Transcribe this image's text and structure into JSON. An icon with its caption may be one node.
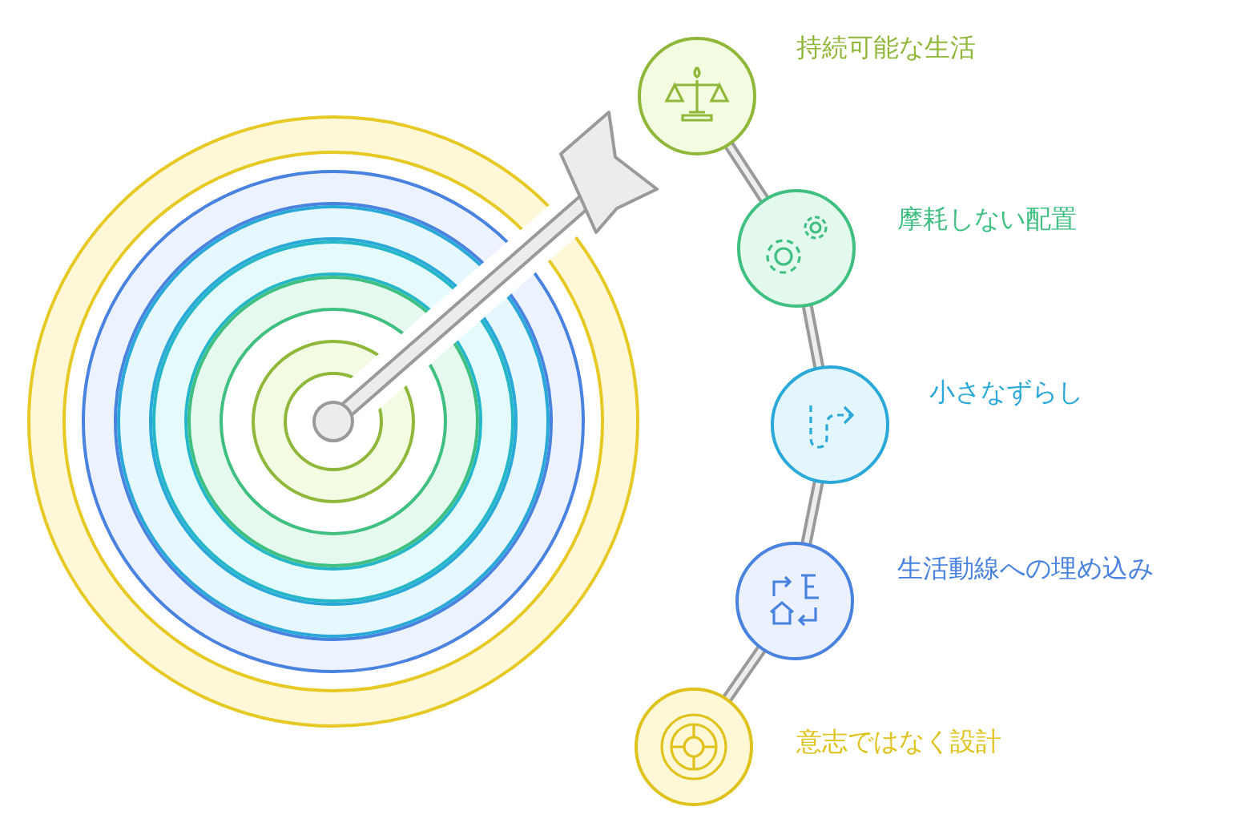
{
  "diagram": {
    "nodes": [
      {
        "text": [
          "持続可能な生活"
        ]
      },
      {
        "text": [
          "摩耗しない配置"
        ]
      },
      {
        "text": [
          "小さなずらし"
        ]
      },
      {
        "text": [
          "生活動線への埋め込み"
        ]
      },
      {
        "text": [
          "意志ではなく設計"
        ]
      }
    ],
    "edges": [
      {
        "from": 0,
        "to": 1,
        "arrow": "none"
      },
      {
        "from": 1,
        "to": 2,
        "arrow": "none"
      },
      {
        "from": 2,
        "to": 3,
        "arrow": "none"
      },
      {
        "from": 3,
        "to": 4,
        "arrow": "none"
      }
    ]
  }
}
